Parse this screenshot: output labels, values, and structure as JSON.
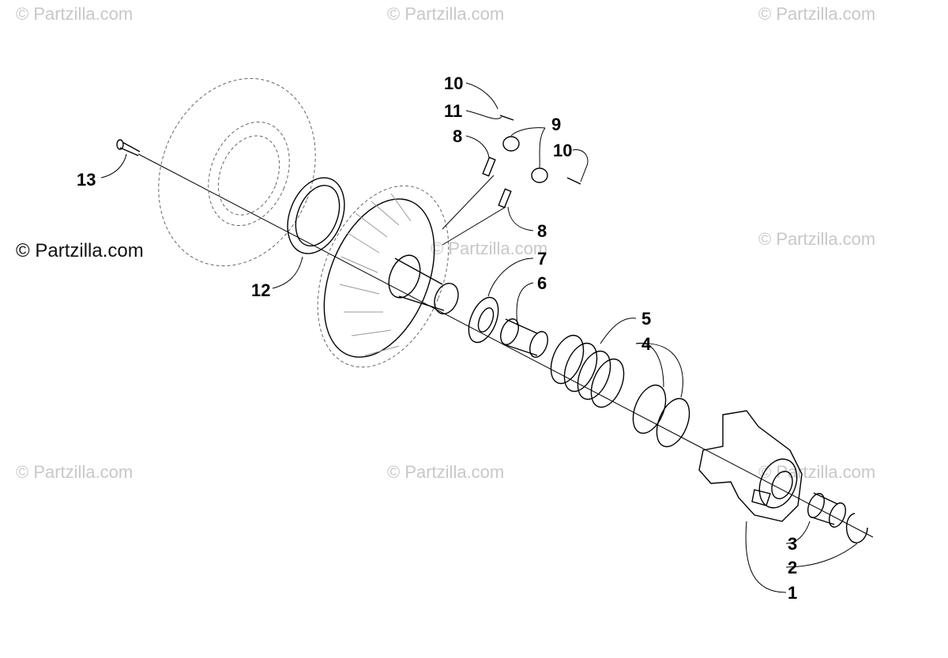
{
  "watermarks": {
    "text": "© Partzilla.com",
    "dark_text": "© Partzilla.com"
  },
  "callouts": {
    "c1": "1",
    "c2": "2",
    "c3": "3",
    "c4": "4",
    "c5": "5",
    "c6": "6",
    "c7": "7",
    "c8a": "8",
    "c8b": "8",
    "c9": "9",
    "c10a": "10",
    "c10b": "10",
    "c11": "11",
    "c12": "12",
    "c13": "13"
  }
}
